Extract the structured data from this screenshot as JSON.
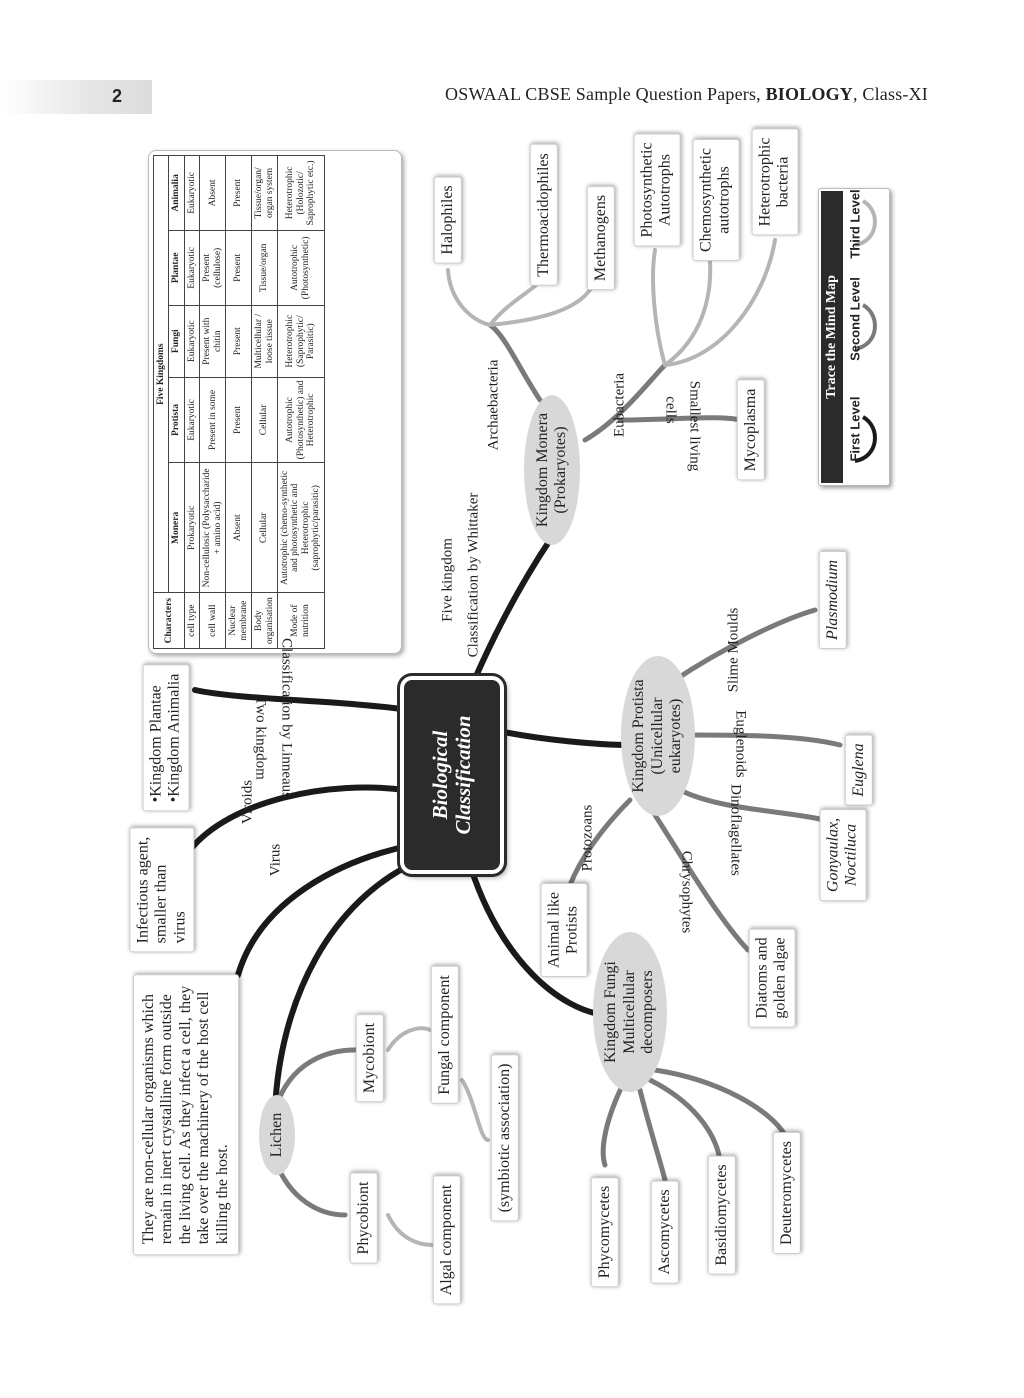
{
  "header": {
    "page_number": "2",
    "title_prefix": "OSWAAL CBSE Sample Question Papers, ",
    "title_bold": "BIOLOGY",
    "title_suffix": ", Class-XI"
  },
  "center": {
    "line1": "Biological",
    "line2": "Classification"
  },
  "table": {
    "group_header": "Five Kingdoms",
    "columns": [
      "Characters",
      "Monera",
      "Protista",
      "Fungi",
      "Plantae",
      "Animalia"
    ],
    "rows": [
      [
        "cell type",
        "Prokaryotic",
        "Eukaryotic",
        "Eukaryotic",
        "Eukaryotic",
        "Eukaryotic"
      ],
      [
        "cell wall",
        "Non-cellulosic (Polysaccharide + amino acid)",
        "Present in some",
        "Present with chitin",
        "Present (cellulose)",
        "Absent"
      ],
      [
        "Nuclear membrane",
        "Absent",
        "Present",
        "Present",
        "Present",
        "Present"
      ],
      [
        "Body organisation",
        "Cellular",
        "Cellular",
        "Multicellular / loose tissue",
        "Tissue/organ",
        "Tissue/organ/ organ system"
      ],
      [
        "Mode of nutrition",
        "Autotrophic (chemo-synthetic and photosynthetic and Heterotrophic (saprophytic/parasitic)",
        "Autotrophic (Photosynthetic) and Heterotrophic",
        "Heterotrophic (Saprophytic/ Parasitic)",
        "Autotrophic (Photosynthetic)",
        "Heterotrophic (Holozotic/ Saprophytic etc.)"
      ]
    ]
  },
  "branches": {
    "five_kingdom": "Five kingdom",
    "whittaker": "Classification by Whittaker",
    "two_kingdom": "Two kingdom",
    "linneaus": "Classification by Linneaus",
    "viroids": "Viroids",
    "virus": "Virus",
    "archaebacteria": "Archaebacteria",
    "eubacteria": "Eubacteria",
    "smallest_living": "Smallest living",
    "cells": "cells",
    "slime_moulds": "Slime Moulds",
    "euglenoids": "Euglenoids",
    "dinoflagellates": "Dinoflagellates",
    "chrysophytes": "Chrysophytes",
    "protozoans": "Protozoans"
  },
  "nodes": {
    "monera": {
      "line1": "Kingdom Monera",
      "line2": "(Prokaryotes)"
    },
    "protista": {
      "line1": "Kingdom Protista",
      "line2": "(Unicellular",
      "line3": "eukaryotes)"
    },
    "fungi": {
      "line1": "Kingdom Fungi",
      "line2": "Multicellular",
      "line3": "decomposers"
    },
    "lichen": "Lichen"
  },
  "boxes": {
    "halophiles": "Halophiles",
    "thermoacidophiles": "Thermoacidophiles",
    "methanogens": "Methanogens",
    "photosynthetic": {
      "line1": "Photosynthetic",
      "line2": "Autotrophs"
    },
    "chemosynthetic": {
      "line1": "Chemosynthetic",
      "line2": "autotrophs"
    },
    "heterotrophic": {
      "line1": "Heterotrophic",
      "line2": "bacteria"
    },
    "mycoplasma": "Mycoplasma",
    "plasmodium": "Plasmodium",
    "euglena": "Euglena",
    "gonyaulax": {
      "line1": "Gonyaulax,",
      "line2": "Noctiluca"
    },
    "diatoms": {
      "line1": "Diatoms and",
      "line2": "golden algae"
    },
    "animal_like": {
      "line1": "Animal like",
      "line2": "Protists"
    },
    "kingdoms_two": {
      "line1": "•Kingdom Plantae",
      "line2": "•Kingdom Animalia"
    },
    "infectious": {
      "line1": "Infectious agent,",
      "line2": "smaller than",
      "line3": "virus"
    },
    "virus_desc": {
      "line1": "They are non-cellular organisms which",
      "line2": "remain in inert crystalline form outside",
      "line3": "the living cell. As they infect a cell, they",
      "line4": "take over the machinery of the host cell",
      "line5": "killing the host."
    },
    "mycobiont": "Mycobiont",
    "fungal_component": "Fungal component",
    "phycobiont": "Phycobiont",
    "algal_component": "Algal component",
    "symbiotic": "(symbiotic association)",
    "phycomycetes": "Phycomycetes",
    "ascomycetes": "Ascomycetes",
    "basidiomycetes": "Basidiomycetes",
    "deuteromycetes": "Deuteromycetes"
  },
  "legend": {
    "title": "Trace the Mind Map",
    "first": "First Level",
    "second": "Second Level",
    "third": "Third Level"
  },
  "colors": {
    "first_level": "#1a1a1a",
    "second_level": "#7a7a7a",
    "third_level": "#b5b5b5",
    "center_fill": "#2b2b2b",
    "node_fill": "#d8d8d8"
  }
}
